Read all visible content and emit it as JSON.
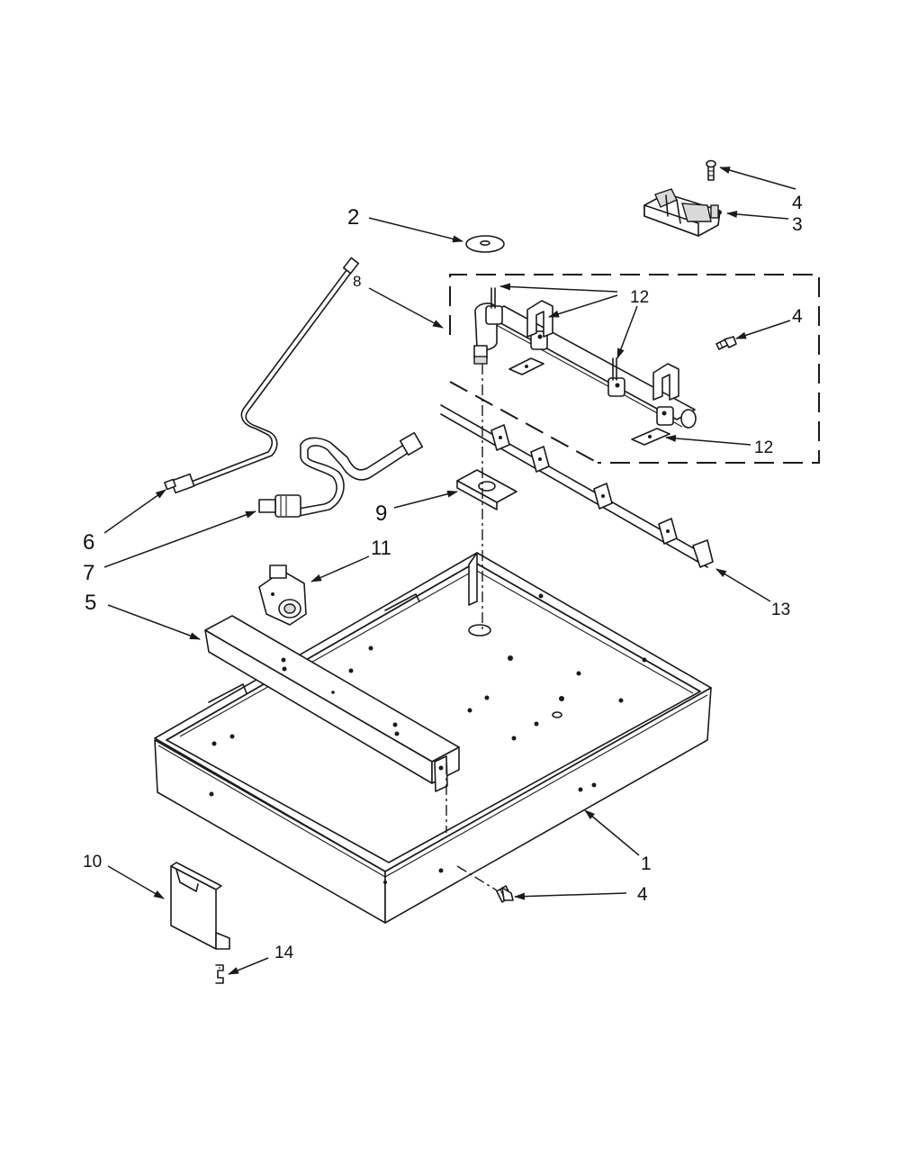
{
  "callouts": {
    "c1": "1",
    "c2": "2",
    "c3": "3",
    "c4_top": "4",
    "c4_mid": "4",
    "c4_bottom": "4",
    "c5": "5",
    "c6": "6",
    "c7": "7",
    "c8": "8",
    "c9": "9",
    "c10": "10",
    "c11": "11",
    "c12_top": "12",
    "c12_bottom": "12",
    "c13": "13",
    "c14": "14"
  },
  "colors": {
    "line": "#1a1a1a",
    "background": "#ffffff"
  }
}
